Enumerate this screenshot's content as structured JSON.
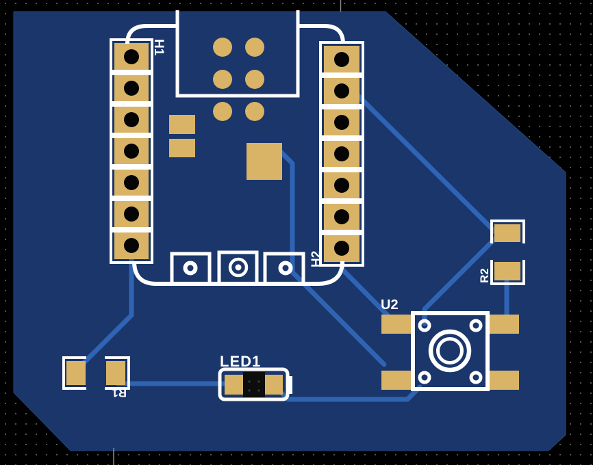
{
  "colors": {
    "background": "#000000",
    "grid_dot": "#5e5e5e",
    "board": "#1a366a",
    "trace": "#2f64b5",
    "copper_pad": "#d9b366",
    "drill_hole": "#050505",
    "silkscreen": "#ffffff",
    "component_body": "#0d0d0d",
    "origin_marker": "#8a8a8a"
  },
  "board": {
    "shape": "polygon with chamfered top-right, bottom-right and bottom-left corners"
  },
  "components": {
    "h1": {
      "ref_label": "H1",
      "pin_count": 7
    },
    "h2": {
      "ref_label": "H2",
      "pin_count": 7
    },
    "led1": {
      "ref_label": "LED1"
    },
    "r1": {
      "ref_label": "R1"
    },
    "r2": {
      "ref_label": "R2"
    },
    "u2": {
      "ref_label": "U2"
    }
  }
}
